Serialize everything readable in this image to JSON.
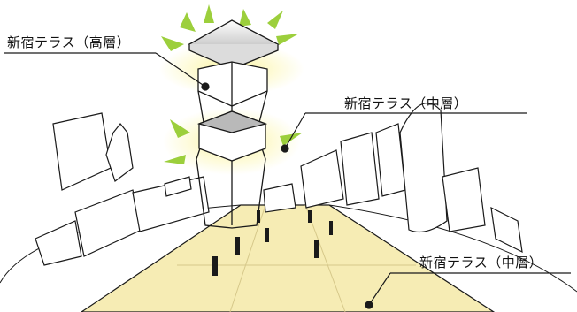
{
  "callouts": {
    "upper": "新宿テラス（高層）",
    "middle": "新宿テラス（中層）",
    "lower": "新宿テラス（中層）"
  },
  "colors": {
    "glow": "#f7ef9a",
    "plaza": "#f6ecb4",
    "rays": "#9ccf3c",
    "line": "#1a1a1a",
    "roof": "#b9b9b9"
  }
}
